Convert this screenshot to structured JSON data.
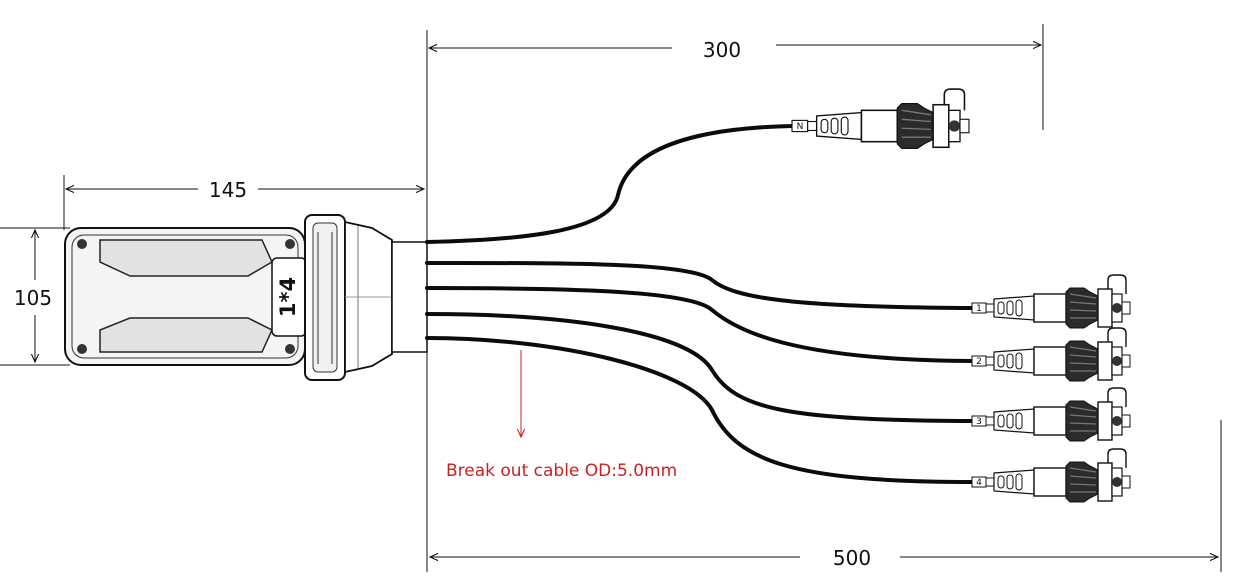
{
  "dimensions": {
    "top_length": "300",
    "body_length": "145",
    "body_height": "105",
    "bottom_length": "500"
  },
  "splitter": {
    "label": "1*4"
  },
  "note": {
    "text": "Break out cable OD:5.0mm",
    "color": "#cc1f1f"
  },
  "ports": {
    "top": "N",
    "outputs": [
      "1",
      "2",
      "3",
      "4"
    ]
  },
  "colors": {
    "line": "#111111",
    "cable": "#0b0b0b",
    "body_fill": "#f4f4f4"
  }
}
